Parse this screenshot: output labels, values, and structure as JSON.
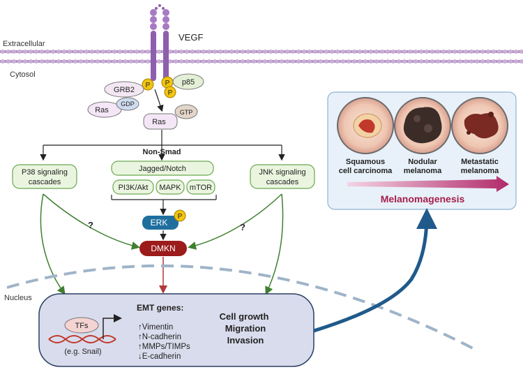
{
  "regions": {
    "extracellular": "Extracellular",
    "cytosol": "Cytosol",
    "nucleus": "Nucleus"
  },
  "receptor": {
    "ligand": "VEGF",
    "phospho": "P"
  },
  "adaptors": {
    "grb2": "GRB2",
    "p85": "p85",
    "ras_gdp": {
      "ras": "Ras",
      "gdp": "GDP"
    },
    "ras_gtp": {
      "ras": "Ras",
      "gtp": "GTP"
    }
  },
  "pathways": {
    "non_smad": "Non-Smad",
    "jagged_notch": "Jagged/Notch",
    "pi3k_akt": "PI3K/Akt",
    "mapk": "MAPK",
    "mtor": "mTOR",
    "p38_line1": "P38 signaling",
    "p38_line2": "cascades",
    "jnk_line1": "JNK signaling",
    "jnk_line2": "cascades",
    "erk": "ERK",
    "erk_phospho": "P",
    "question_left": "?",
    "question_right": "?",
    "dmkn": "DMKN"
  },
  "nucleus": {
    "tfs": "TFs",
    "tfs_example": "(e.g. Snail)",
    "emt_title": "EMT genes:",
    "emt_genes": [
      "↑Vimentin",
      "↑N-cadherin",
      "↑MMPs/TIMPs",
      "↓E-cadherin"
    ],
    "outcomes": [
      "Cell growth",
      "Migration",
      "Invasion"
    ]
  },
  "melanoma_panel": {
    "stages": [
      {
        "line1": "Squamous",
        "line2": "cell carcinoma"
      },
      {
        "line1": "Nodular",
        "line2": "melanoma"
      },
      {
        "line1": "Metastatic",
        "line2": "melanoma"
      }
    ],
    "title": "Melanomagenesis"
  },
  "colors": {
    "membrane": "#a06fb3",
    "receptor": "#8e5fad",
    "phospho": "#f1c40f",
    "pill_green_fill": "#eaf5df",
    "pill_green_stroke": "#6aa84f",
    "ras_fill": "#f4e6f6",
    "erk": "#1f6f9e",
    "dmkn": "#9c1b1b",
    "green_arrow": "#3f7f2f",
    "red_arrow": "#b03a3a",
    "nucleus_fill": "#d9dcec",
    "panel_fill": "#e8f1f9",
    "melano_arrow": "#1f5a8a",
    "melano_title": "#a51f4c"
  }
}
